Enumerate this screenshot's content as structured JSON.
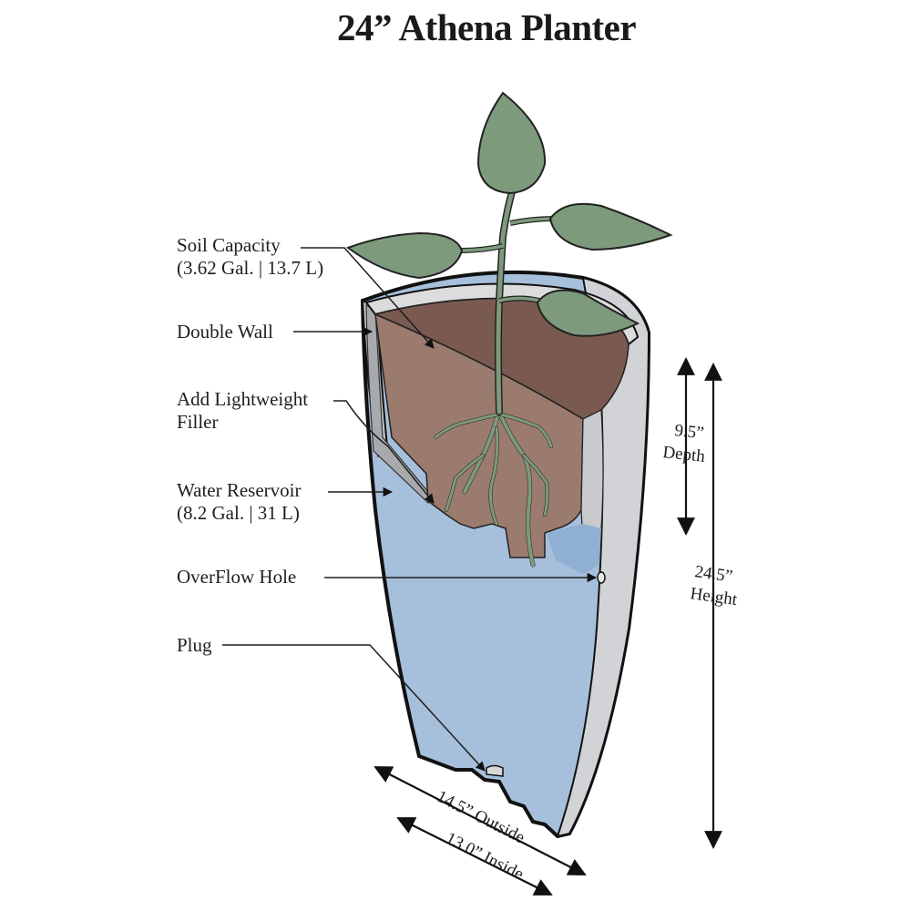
{
  "title": "24” Athena Planter",
  "labels": {
    "soil_capacity": "Soil Capacity",
    "soil_capacity_value": "(3.62 Gal. | 13.7 L)",
    "double_wall": "Double Wall",
    "filler_line1": "Add Lightweight",
    "filler_line2": "Filler",
    "water_reservoir": "Water Reservoir",
    "water_reservoir_value": "(8.2 Gal. | 31 L)",
    "overflow_hole": "OverFlow Hole",
    "plug": "Plug"
  },
  "dimensions": {
    "depth_value": "9.5”",
    "depth_label": "Depth",
    "height_value": "24.5”",
    "height_label": "Height",
    "outside": "14.5” Outside",
    "inside": "13.0” Inside"
  },
  "colors": {
    "water": "#a6bfdb",
    "soil_interior": "#7a5a50",
    "soil_insert": "#9a7b6e",
    "wall": "#cfd0d2",
    "leaf": "#7d9a7c",
    "outline": "#111111"
  }
}
